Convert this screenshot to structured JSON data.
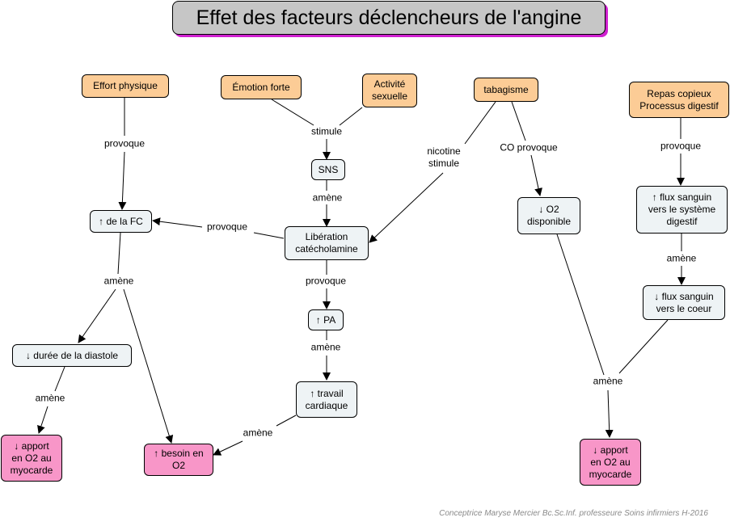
{
  "title": "Effet des facteurs déclencheurs de l'angine",
  "nodes": {
    "effort": "Effort physique",
    "emotion": "Émotion forte",
    "activite": "Activité\nsexuelle",
    "tabagisme": "tabagisme",
    "repas": "Repas copieux\nProcessus digestif",
    "sns": "SNS",
    "fc": "↑ de la FC",
    "liberation": "Libération\ncatécholamine",
    "o2disp": "↓ O2\ndisponible",
    "flux_digestif": "↑ flux sanguin\nvers le système\ndigestif",
    "flux_coeur": "↓ flux sanguin\nvers le coeur",
    "pa": "↑ PA",
    "diastole": "↓ durée de la diastole",
    "travail": "↑ travail\ncardiaque",
    "apport_left": "↓ apport\nen O2 au\nmyocarde",
    "besoin": "↑ besoin en\nO2",
    "apport_right": "↓ apport\nen O2 au\nmyocarde"
  },
  "links": {
    "provoque_1": "provoque",
    "stimule": "stimule",
    "nicotine": "nicotine\nstimule",
    "co_provoque": "CO provoque",
    "provoque_2": "provoque",
    "amene_sns": "amène",
    "provoque_fc": "provoque",
    "provoque_pa": "provoque",
    "amene_fc": "amène",
    "amene_flux": "amène",
    "amene_pa": "amène",
    "amene_diastole": "amène",
    "amene_travail": "amène",
    "amene_right": "amène"
  },
  "credit": "Conceptrice Maryse Mercier Bc.Sc.Inf. professeure Soins infirmiers H-2016"
}
